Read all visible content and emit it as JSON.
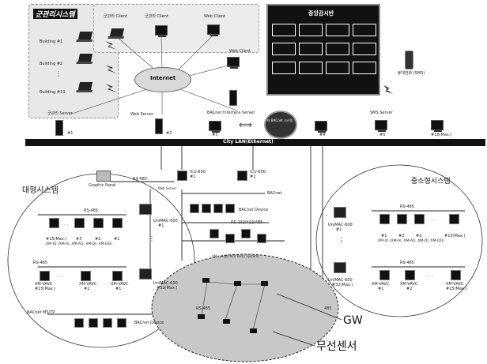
{
  "top_left_panel": {
    "title": "군관리시스템",
    "buildings": [
      "Building #1",
      "Building #2",
      "Building #10"
    ],
    "server": "군관리 Server",
    "server_num": "#1"
  },
  "clients": {
    "client1": "군관리 Client",
    "client2": "군관리 Client",
    "web_client1": "Web Client",
    "web_client2": "Web Client"
  },
  "internet": "Internet",
  "web_server": "Web Server",
  "bacnet_interface_server": "BACnet Interface Server",
  "bacnet_cloud": "타 BACnet 시스템",
  "monitor_panel_title": "중앙감시반",
  "sms_phone": "휴대전화 (SMS)",
  "sms_server": "SMS Server",
  "lan_bar": "City LAN(Ethernet)",
  "lan_nums": [
    "#2",
    "#3",
    "#4",
    "#5",
    "#16(Max.)"
  ],
  "large_system": {
    "title": "대형시스템",
    "graphic_panel": "Graphic Panel",
    "rs485_top": "RS-485",
    "icu600_1": "ICU-600",
    "icu600_1_num": "#1",
    "icu600_2": "ICU-600",
    "icu600_2_num": "#2",
    "web_server_label": "Web Server",
    "bacnet": "BACnet",
    "bacnet_device": "BACnet Device",
    "rs232": "RS-232/422/485",
    "um_label": "UM 시스템(Third Party System)",
    "unimac1": "UniMAC-600",
    "unimac1_num": "#1",
    "unimac2": "UniMAC-600",
    "unimac2_num": "#32(Max.)",
    "rs485_a": "RS-485",
    "rs485_b": "RS-485",
    "xm_row1": [
      "#15(Max.)",
      "#3",
      "#2",
      "#1"
    ],
    "xm_row1_desc": "XM-IO (XM-AI, XM-AO, XM-DI, XM-DO)",
    "xm_vavc": [
      "XM-VAVC",
      "XM-VAVC",
      "XM-VAVC"
    ],
    "xm_vavc_nums": [
      "#15(Max.)",
      "#2",
      "#1"
    ],
    "bacnet_mstp": "BACnet MS/TP",
    "bac_device": "BACnet Device"
  },
  "small_system": {
    "title": "중소형시스템",
    "rs485_a": "RS-485",
    "rs485_b": "RS-485",
    "unimac1": "UniMAC-600",
    "unimac1_num": "#1",
    "unimac2": "UniMAC-600",
    "unimac2_num": "#32(Max.)",
    "xm_row1": [
      "#1",
      "#2",
      "#3",
      "#15(Max.)"
    ],
    "xm_row1_desc": "XM-IO (XM-AI, XM-AO, XM-DI, XM-DO)",
    "xm_vavc": [
      "XM-VAVC",
      "XM-VAVC",
      "XM-VAVC"
    ],
    "xm_vavc_nums": [
      "#1",
      "#2",
      "#15(Max.)"
    ],
    "rs485_side": "485"
  },
  "wireless": {
    "gw_label": "GW",
    "sensor_label": "무선센서",
    "rs485": "RS-485"
  }
}
